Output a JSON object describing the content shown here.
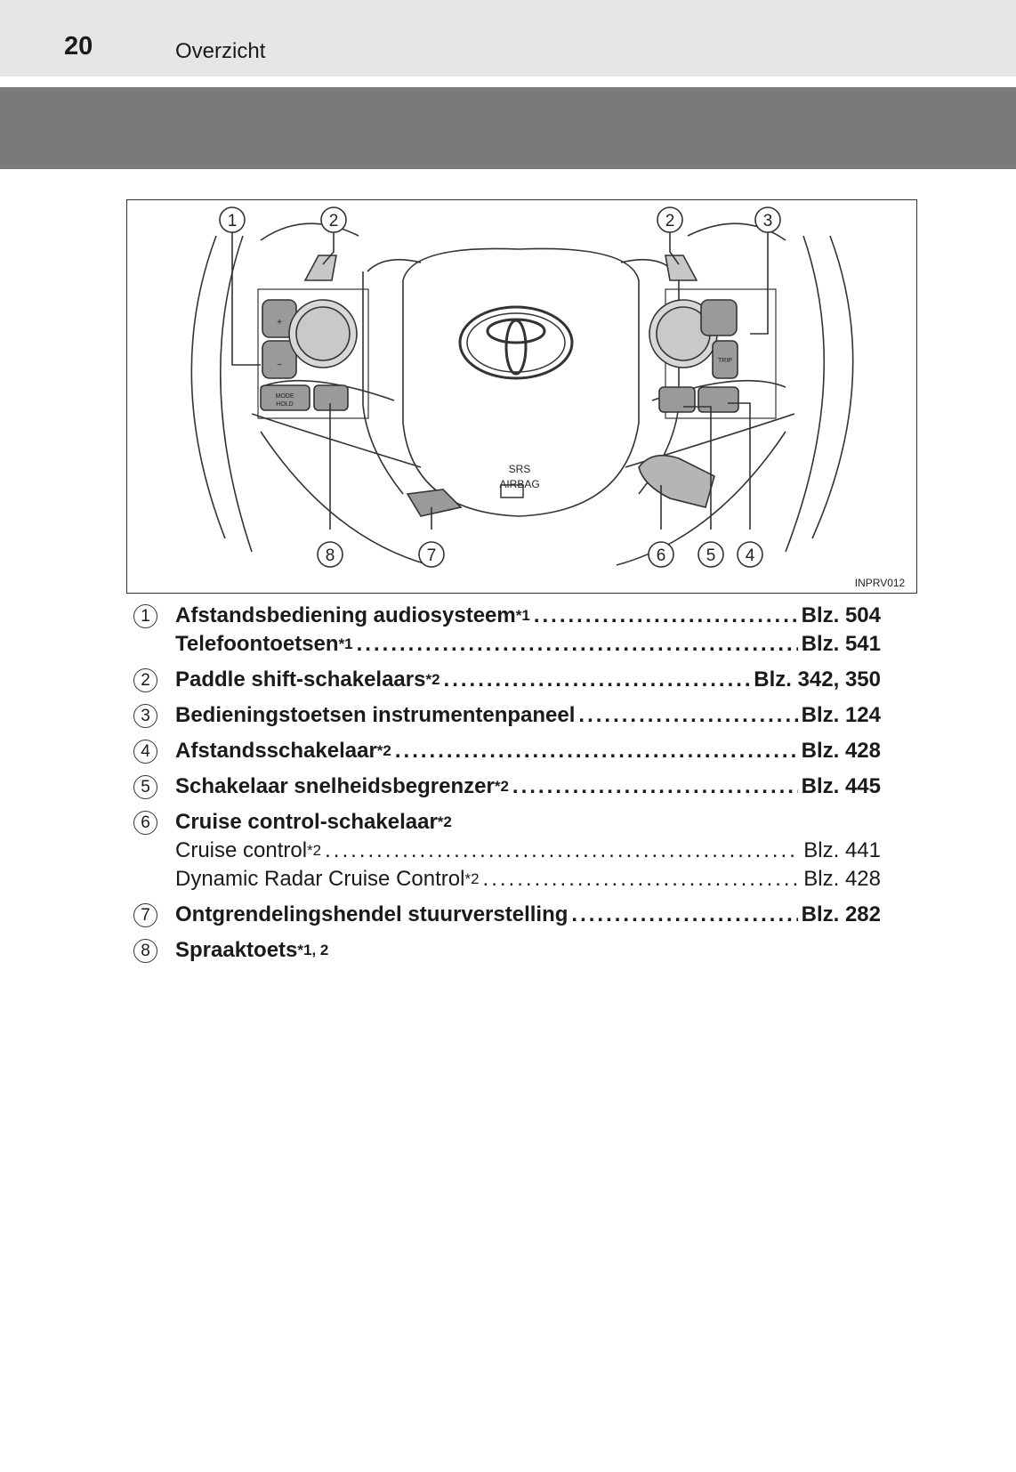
{
  "header": {
    "page_number": "20",
    "section_title": "Overzicht"
  },
  "figure": {
    "code": "INPRV012",
    "srs_label": "SRS",
    "airbag_label": "AIRBAG",
    "callouts": [
      "1",
      "2",
      "2",
      "3",
      "8",
      "7",
      "6",
      "5",
      "4"
    ],
    "button_labels": {
      "mode": "MODE",
      "hold": "HOLD",
      "trip": "TRIP",
      "plus": "+",
      "minus": "−"
    }
  },
  "entries": [
    {
      "num": "1",
      "lines": [
        {
          "text": "Afstandsbediening audiosysteem",
          "sup": "*1",
          "page": "Blz. 504",
          "bold": true
        },
        {
          "text": "Telefoontoetsen",
          "sup": "*1",
          "page": "Blz. 541",
          "bold": true
        }
      ]
    },
    {
      "num": "2",
      "lines": [
        {
          "text": "Paddle shift-schakelaars",
          "sup": "*2",
          "page": "Blz. 342, 350",
          "bold": true
        }
      ]
    },
    {
      "num": "3",
      "lines": [
        {
          "text": "Bedieningstoetsen instrumentenpaneel",
          "sup": "",
          "page": "Blz. 124",
          "bold": true
        }
      ]
    },
    {
      "num": "4",
      "lines": [
        {
          "text": "Afstandsschakelaar",
          "sup": "*2",
          "page": "Blz. 428",
          "bold": true
        }
      ]
    },
    {
      "num": "5",
      "lines": [
        {
          "text": "Schakelaar snelheidsbegrenzer",
          "sup": "*2",
          "page": "Blz. 445",
          "bold": true
        }
      ]
    },
    {
      "num": "6",
      "lines": [
        {
          "text": "Cruise control-schakelaar",
          "sup": "*2",
          "page": "",
          "bold": true
        },
        {
          "text": "Cruise control",
          "sup": "*2",
          "page": "Blz. 441",
          "bold": false
        },
        {
          "text": "Dynamic Radar Cruise Control",
          "sup": "*2",
          "page": "Blz. 428",
          "bold": false
        }
      ]
    },
    {
      "num": "7",
      "lines": [
        {
          "text": "Ontgrendelingshendel stuurverstelling",
          "sup": "",
          "page": "Blz. 282",
          "bold": true
        }
      ]
    },
    {
      "num": "8",
      "lines": [
        {
          "text": "Spraaktoets",
          "sup": "*1, 2",
          "page": "",
          "bold": true
        }
      ]
    }
  ]
}
